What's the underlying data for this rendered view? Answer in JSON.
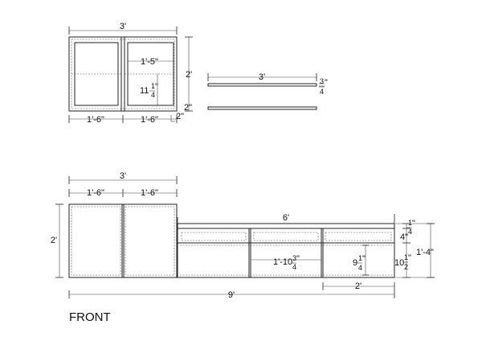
{
  "top_view": {
    "width_total": "3'",
    "height_total": "2'",
    "panel_width": "1'-5\"",
    "panel_height_whole": "11",
    "panel_height_num": "1",
    "panel_height_den": "4",
    "panel_height_unit": "\"",
    "left_half": "1'-6\"",
    "right_half": "1'-6\"",
    "frame_bottom_a": "2\"",
    "frame_bottom_b": "2\""
  },
  "side_panel": {
    "length": "3'",
    "thickness_num": "3",
    "thickness_den": "4",
    "thickness_unit": "\""
  },
  "front_view": {
    "cabinet_width": "3'",
    "door_left": "1'-6\"",
    "door_right": "1'-6\"",
    "cabinet_height": "2'",
    "bench_length": "6'",
    "bench_top_num": "1",
    "bench_top_den": "4",
    "bench_top_unit": "\"",
    "drawer_height": "4\"",
    "compartment_width_prefix": "1'-10",
    "compartment_width_num": "3",
    "compartment_width_den": "4",
    "compartment_width_unit": "\"",
    "opening_height_whole": "9",
    "opening_height_num": "1",
    "opening_height_den": "4",
    "opening_height_unit": "\"",
    "lower_height_whole": "10",
    "lower_height_num": "1",
    "lower_height_den": "2",
    "lower_height_unit": "\"",
    "bench_height": "1'-4\"",
    "section_width": "2'",
    "total_length": "9'"
  },
  "caption": "FRONT"
}
